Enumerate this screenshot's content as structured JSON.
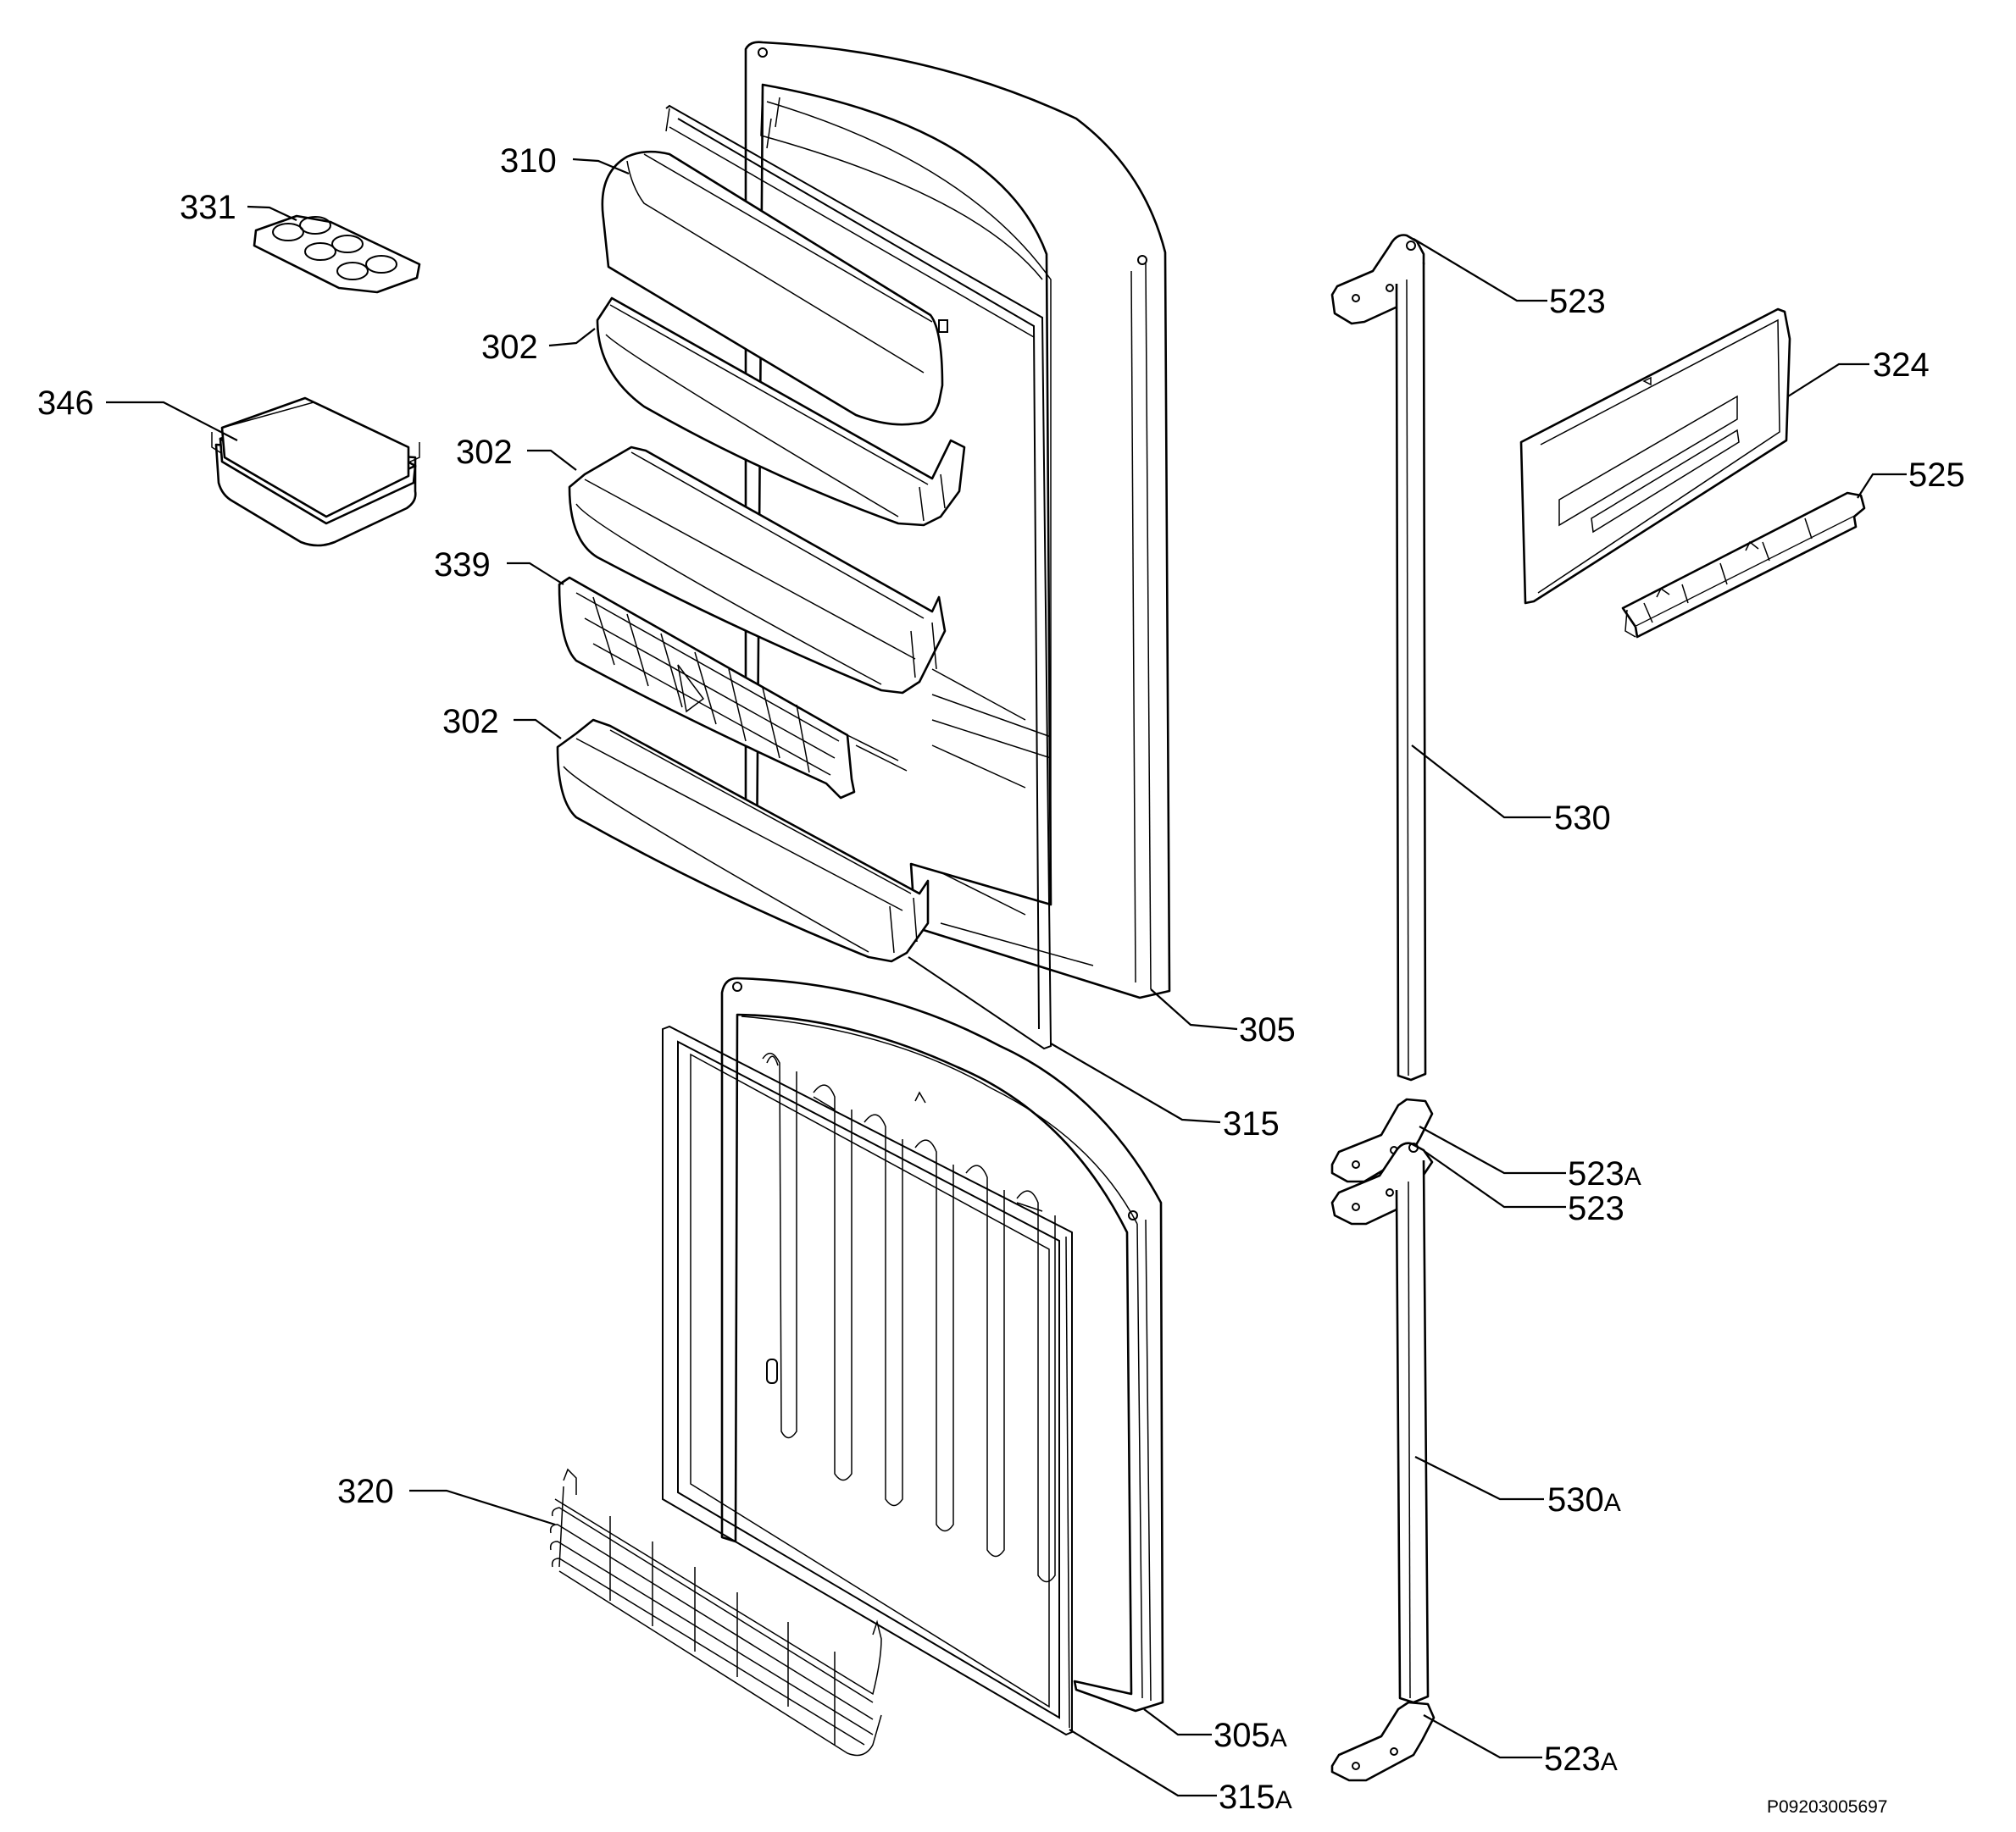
{
  "callouts": {
    "c310": "310",
    "c331": "331",
    "c302a": "302",
    "c346": "346",
    "c302b": "302",
    "c339": "339",
    "c302c": "302",
    "c305": "305",
    "c315": "315",
    "c320": "320",
    "c305a": "305",
    "c315a": "315",
    "c523a": "523",
    "c524": "324",
    "c525": "525",
    "c530": "530",
    "c523b": "523",
    "c523c": "523",
    "c530a": "530",
    "c523d": "523"
  },
  "suffix": {
    "a": "A"
  },
  "document_id": "P09203005697",
  "parts": [
    {
      "id": "310",
      "icon": "shelf-lid-icon"
    },
    {
      "id": "331",
      "icon": "egg-tray-icon"
    },
    {
      "id": "302",
      "icon": "door-shelf-icon"
    },
    {
      "id": "346",
      "icon": "butter-box-icon"
    },
    {
      "id": "339",
      "icon": "bottle-holder-icon"
    },
    {
      "id": "305",
      "icon": "door-panel-icon"
    },
    {
      "id": "315",
      "icon": "door-gasket-icon"
    },
    {
      "id": "320",
      "icon": "wire-basket-icon"
    },
    {
      "id": "324",
      "icon": "control-panel-icon"
    },
    {
      "id": "525",
      "icon": "hinge-bracket-icon"
    },
    {
      "id": "523",
      "icon": "handle-cap-icon"
    },
    {
      "id": "530",
      "icon": "door-handle-icon"
    }
  ]
}
